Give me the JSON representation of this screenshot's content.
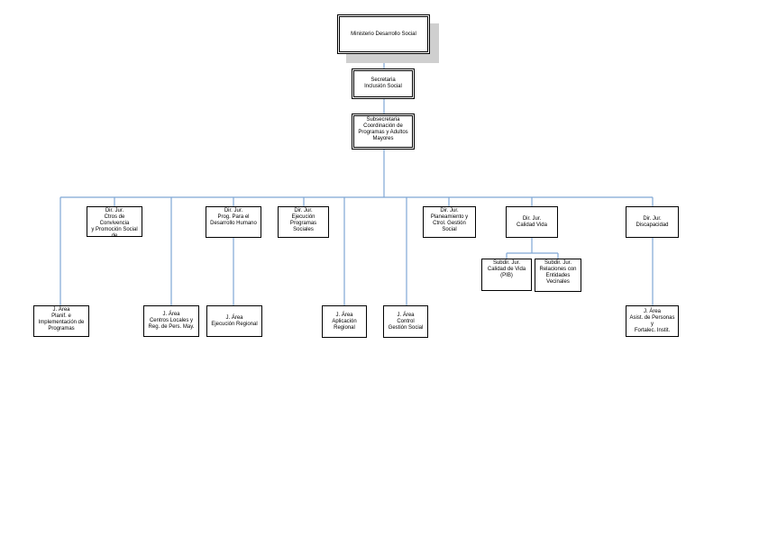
{
  "colors": {
    "connector": "#7fa6d4",
    "border": "#000000",
    "shadow": "#cfcfcf"
  },
  "nodes": {
    "ministerio": "Ministerio Desarrollo Social",
    "secretaria": "Secretaria\nInclusión Social",
    "subsecretaria": "Subsecretaria\nCoordinación de\nProgramas y Adultos\nMayores",
    "dir_ctros_convivencia": "Dir. Jur.\nCtros de Convivencia\ny Promoción Social de\nAdultos Mayores",
    "dir_prog_desarrollo": "Dir. Jur.\nProg. Para el\nDesarrollo Humano",
    "dir_ejecucion_programas": "Dir. Jur.\nEjecución\nProgramas Sociales",
    "dir_planeamiento": "Dir. Jur.\nPlaneamiento y\nCtrol. Gestión Social",
    "dir_calidad_vida": "Dir. Jur.\nCalidad Vida",
    "dir_discapacidad": "Dir. Jur.\nDiscapacidad",
    "subdir_calidad_vida": "Subdir. Jur.\nCalidad de Vida\n(PIB)",
    "subdir_relaciones": "Subdir. Jur.\nRelaciones con\nEntidades\nVecinales",
    "area_planif": "J. Área\nPlanif. e\nImplementación de\nProgramas",
    "area_centros_locales": "J. Área\nCentros Locales y\nReg. de Pers. May.",
    "area_ejecucion_regional": "J. Área\nEjecución Regional",
    "area_aplicacion_regional": "J. Área\nAplicación\nRegional",
    "area_control_gestion": "J. Área\nControl\nGestión Social",
    "area_asist_personas": "J. Área\nAsist. de Personas y\nFortalec. Instit."
  }
}
